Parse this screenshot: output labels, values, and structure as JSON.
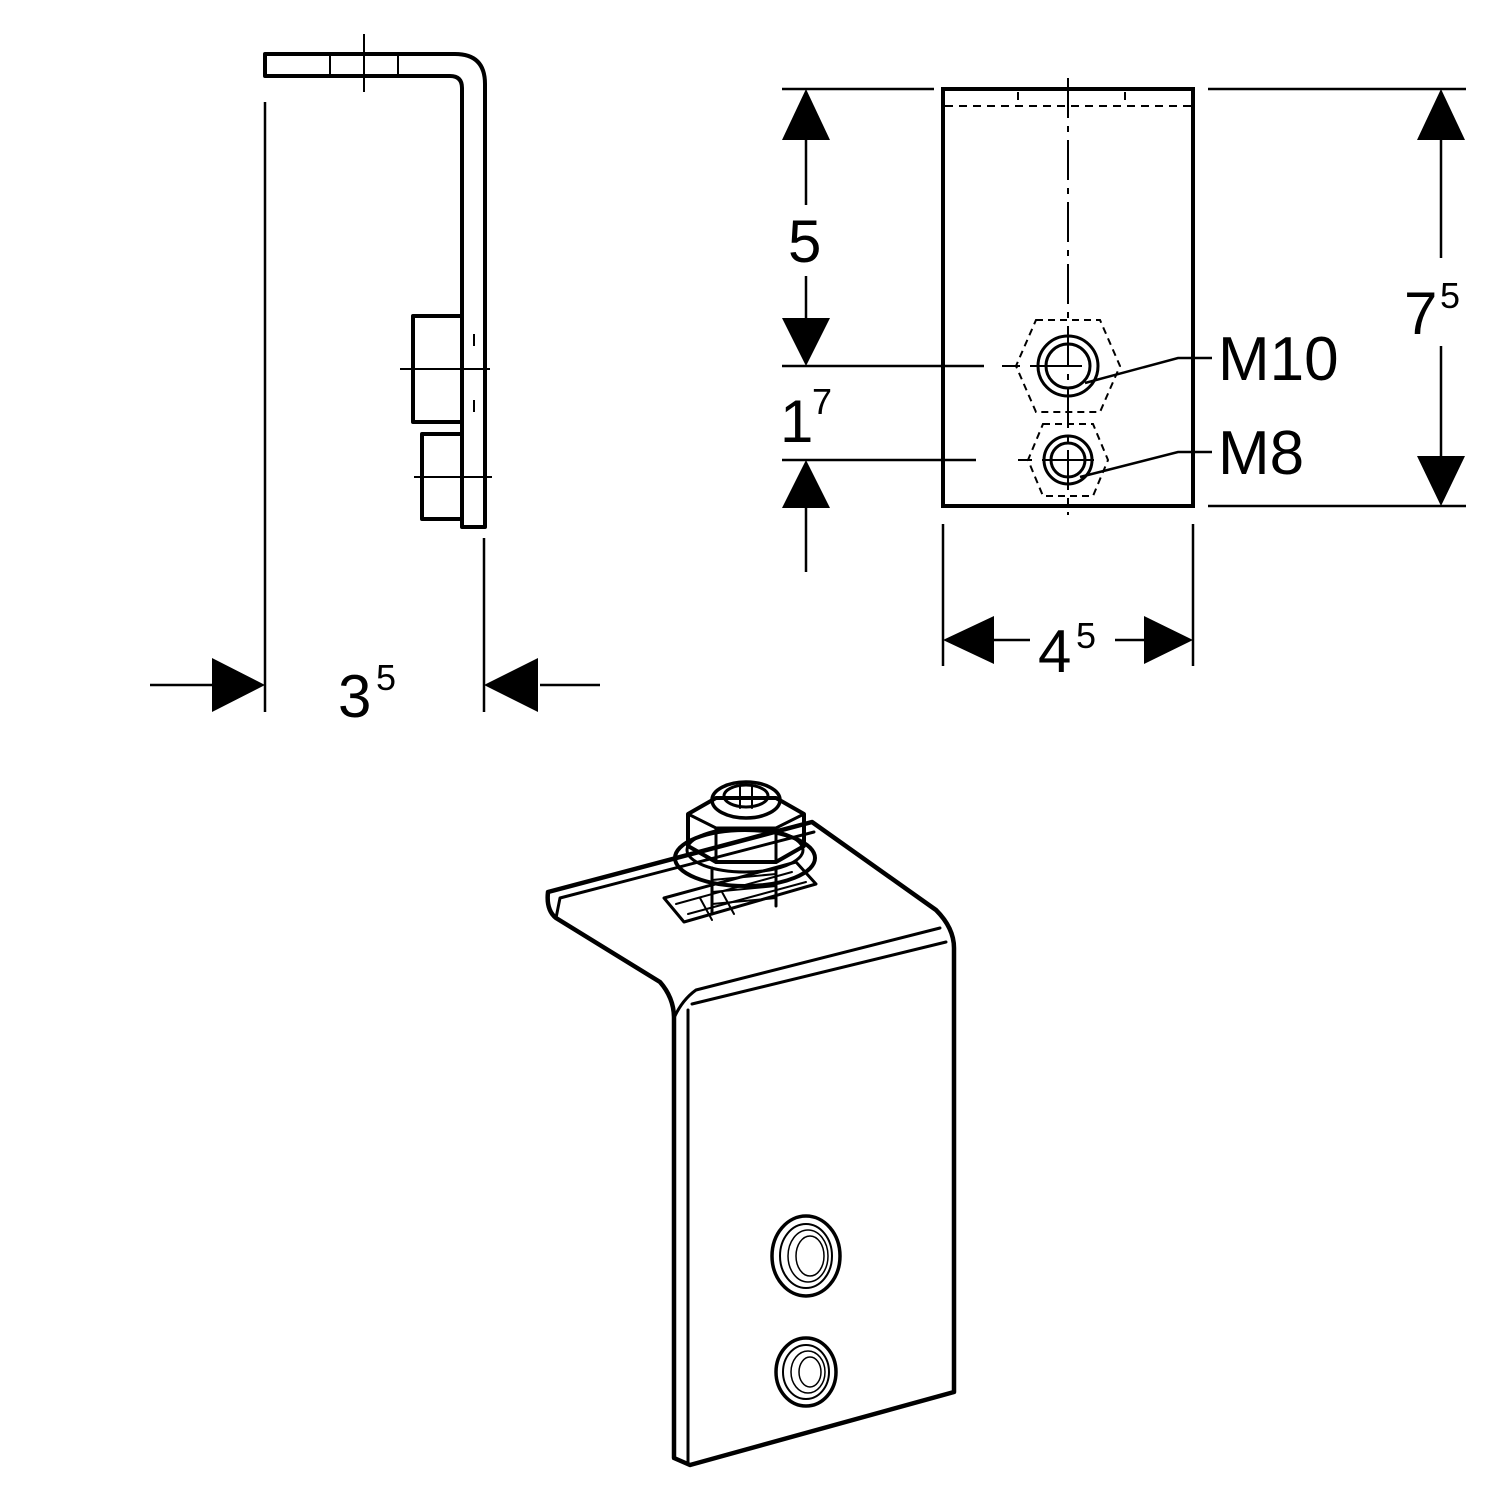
{
  "dimensions": {
    "depth": {
      "base": "3",
      "sup": "5"
    },
    "width": {
      "base": "4",
      "sup": "5"
    },
    "height": {
      "base": "7",
      "sup": "5"
    },
    "upper": {
      "base": "5",
      "sup": ""
    },
    "gap": {
      "base": "1",
      "sup": "7"
    }
  },
  "threads": {
    "upper": "M10",
    "lower": "M8"
  },
  "colors": {
    "line": "#000000",
    "background": "#ffffff"
  }
}
